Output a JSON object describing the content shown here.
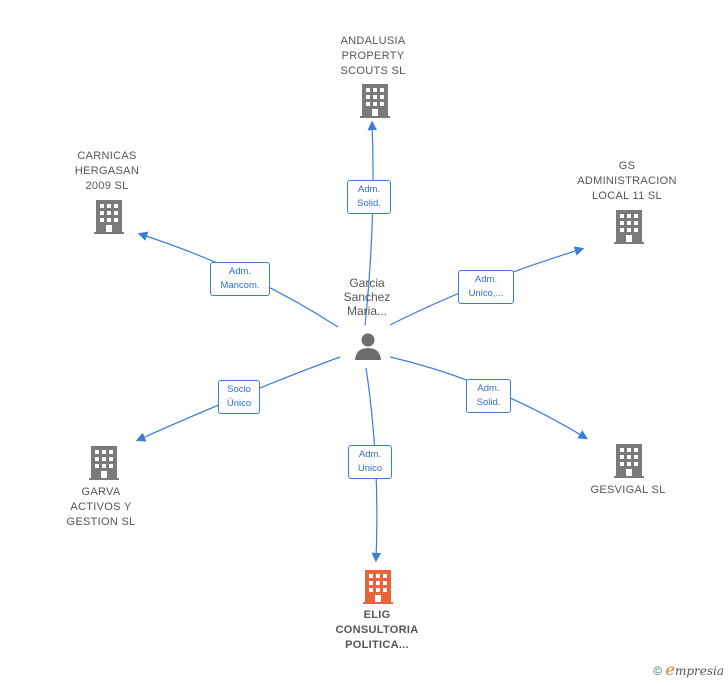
{
  "center": {
    "name": "Garcia\nSanchez\nMaria...",
    "icon": "person-icon"
  },
  "nodes": [
    {
      "id": "andalusia",
      "label": "ANDALUSIA\nPROPERTY\nSCOUTS  SL",
      "icon": "building-icon",
      "color": "#7a7a7a"
    },
    {
      "id": "carnicas",
      "label": "CARNICAS\nHERGASAN\n2009 SL",
      "icon": "building-icon",
      "color": "#7a7a7a"
    },
    {
      "id": "gs",
      "label": "GS\nADMINISTRACION\nLOCAL 11  SL",
      "icon": "building-icon",
      "color": "#7a7a7a"
    },
    {
      "id": "garva",
      "label": "GARVA\nACTIVOS Y\nGESTION  SL",
      "icon": "building-icon",
      "color": "#7a7a7a"
    },
    {
      "id": "gesvigal",
      "label": "GESVIGAL  SL",
      "icon": "building-icon",
      "color": "#7a7a7a"
    },
    {
      "id": "elig",
      "label": "ELIG\nCONSULTORIA\nPOLITICA...",
      "icon": "building-icon",
      "color": "#e8643a"
    }
  ],
  "edges": [
    {
      "to": "andalusia",
      "label1": "Adm.",
      "label2": "Solid."
    },
    {
      "to": "carnicas",
      "label1": "Adm.",
      "label2": "Mancom."
    },
    {
      "to": "gs",
      "label1": "Adm.",
      "label2": "Unico,..."
    },
    {
      "to": "garva",
      "label1": "Socio",
      "label2": "Único"
    },
    {
      "to": "gesvigal",
      "label1": "Adm.",
      "label2": "Solid."
    },
    {
      "to": "elig",
      "label1": "Adm.",
      "label2": "Unico"
    }
  ],
  "footer": {
    "copyright": "©",
    "brand_e": "e",
    "brand_rest": "mpresia"
  },
  "colors": {
    "edge": "#3b7dd8",
    "building": "#7a7a7a",
    "highlight": "#e8643a"
  }
}
